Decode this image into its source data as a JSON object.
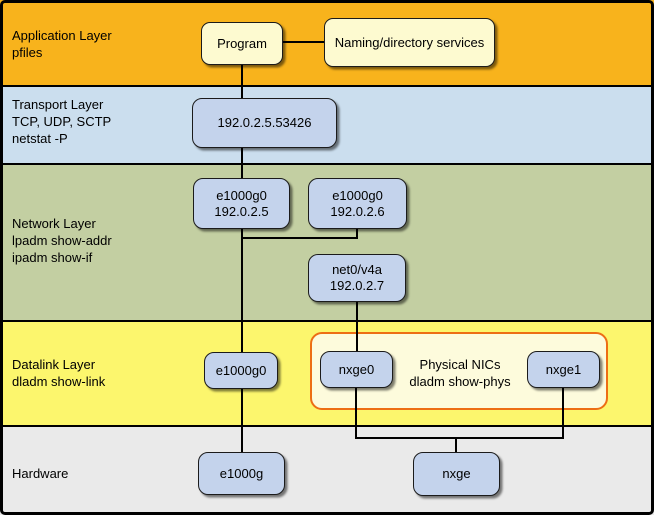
{
  "colors": {
    "application_band": "#F8B31C",
    "transport_band": "#CBDEEE",
    "network_band": "#C3CFA2",
    "datalink_band": "#FCF66D",
    "hardware_band": "#EAEAEA",
    "node_fill": "#C4D3EC",
    "note_fill": "#FDFAD0",
    "group_fill": "#FDFBDC",
    "group_border": "#ED6E14",
    "line": "#000000"
  },
  "layers": {
    "application": {
      "lines": [
        "Application Layer",
        "pfiles"
      ]
    },
    "transport": {
      "lines": [
        "Transport Layer",
        "TCP, UDP, SCTP",
        "netstat -P"
      ]
    },
    "network": {
      "lines": [
        "Network Layer",
        "lpadm show-addr",
        "ipadm show-if"
      ]
    },
    "datalink": {
      "lines": [
        "Datalink Layer",
        "dladm show-link"
      ]
    },
    "hardware": {
      "lines": [
        "Hardware"
      ]
    }
  },
  "nodes": {
    "program": {
      "label": "Program"
    },
    "naming": {
      "label": "Naming/directory services"
    },
    "socket": {
      "label": "192.0.2.5.53426"
    },
    "if_a": {
      "lines": [
        "e1000g0",
        "192.0.2.5"
      ]
    },
    "if_b": {
      "lines": [
        "e1000g0",
        "192.0.2.6"
      ]
    },
    "if_c": {
      "lines": [
        "net0/v4a",
        "192.0.2.7"
      ]
    },
    "dl_e1000g0": {
      "label": "e1000g0"
    },
    "nxge0": {
      "label": "nxge0"
    },
    "nxge1": {
      "label": "nxge1"
    },
    "hw_e1000g": {
      "label": "e1000g"
    },
    "hw_nxge": {
      "label": "nxge"
    }
  },
  "group": {
    "lines": [
      "Physical NICs",
      "dladm show-phys"
    ]
  }
}
